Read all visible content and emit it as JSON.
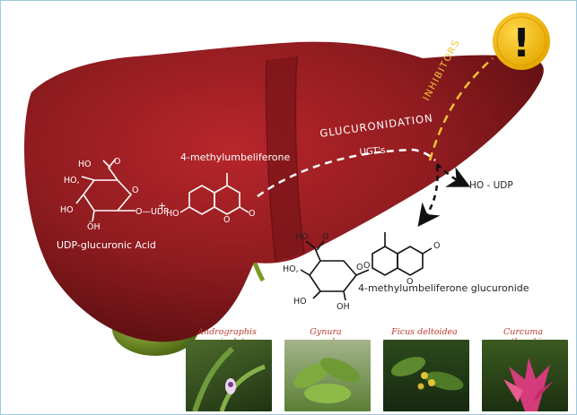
{
  "labels": {
    "inhibitors": "INHIBITORS",
    "glucuronidation": "GLUCURONIDATION",
    "ugts": "UGT's",
    "methylumbelliferone": "4-methylumbeliferone",
    "udp_acid": "UDP-glucuronic Acid",
    "plus": "+",
    "ho_udp": "HO - UDP",
    "product": "4-methylumbeliferone glucuronide",
    "warning_glyph": "!"
  },
  "udp_structure": {
    "ho_top": "HO",
    "carbonyl": "O",
    "ring_o": "O",
    "ho_left": "HO,",
    "ho_bottom_left": "HO",
    "o_udp": "O—UDP",
    "oh": "ŌH"
  },
  "mu_structure": {
    "ho": "HO",
    "ring_o": "O",
    "carbonyl": "O"
  },
  "product_structure": {
    "ho_top": "HO",
    "carbonyl": "O",
    "ring_o": "O",
    "ho_left": "HO,",
    "ho_bottom": "HO",
    "oh": "OH",
    "link_o": "O",
    "lactone_o": "O",
    "lactone_carbonyl": "O"
  },
  "plants": [
    {
      "name": "Andrographis paniculata"
    },
    {
      "name": "Gynura procumbens"
    },
    {
      "name": "Ficus deltoidea"
    },
    {
      "name": "Curcuma xanthorrhiza"
    }
  ],
  "colors": {
    "liver": "#8e1b1f",
    "arrow_inhibitor": "#f2c230",
    "warning": "#f6c500",
    "plant_caption": "#c0392b"
  },
  "icons": {
    "warning": "exclamation-warning-icon"
  }
}
